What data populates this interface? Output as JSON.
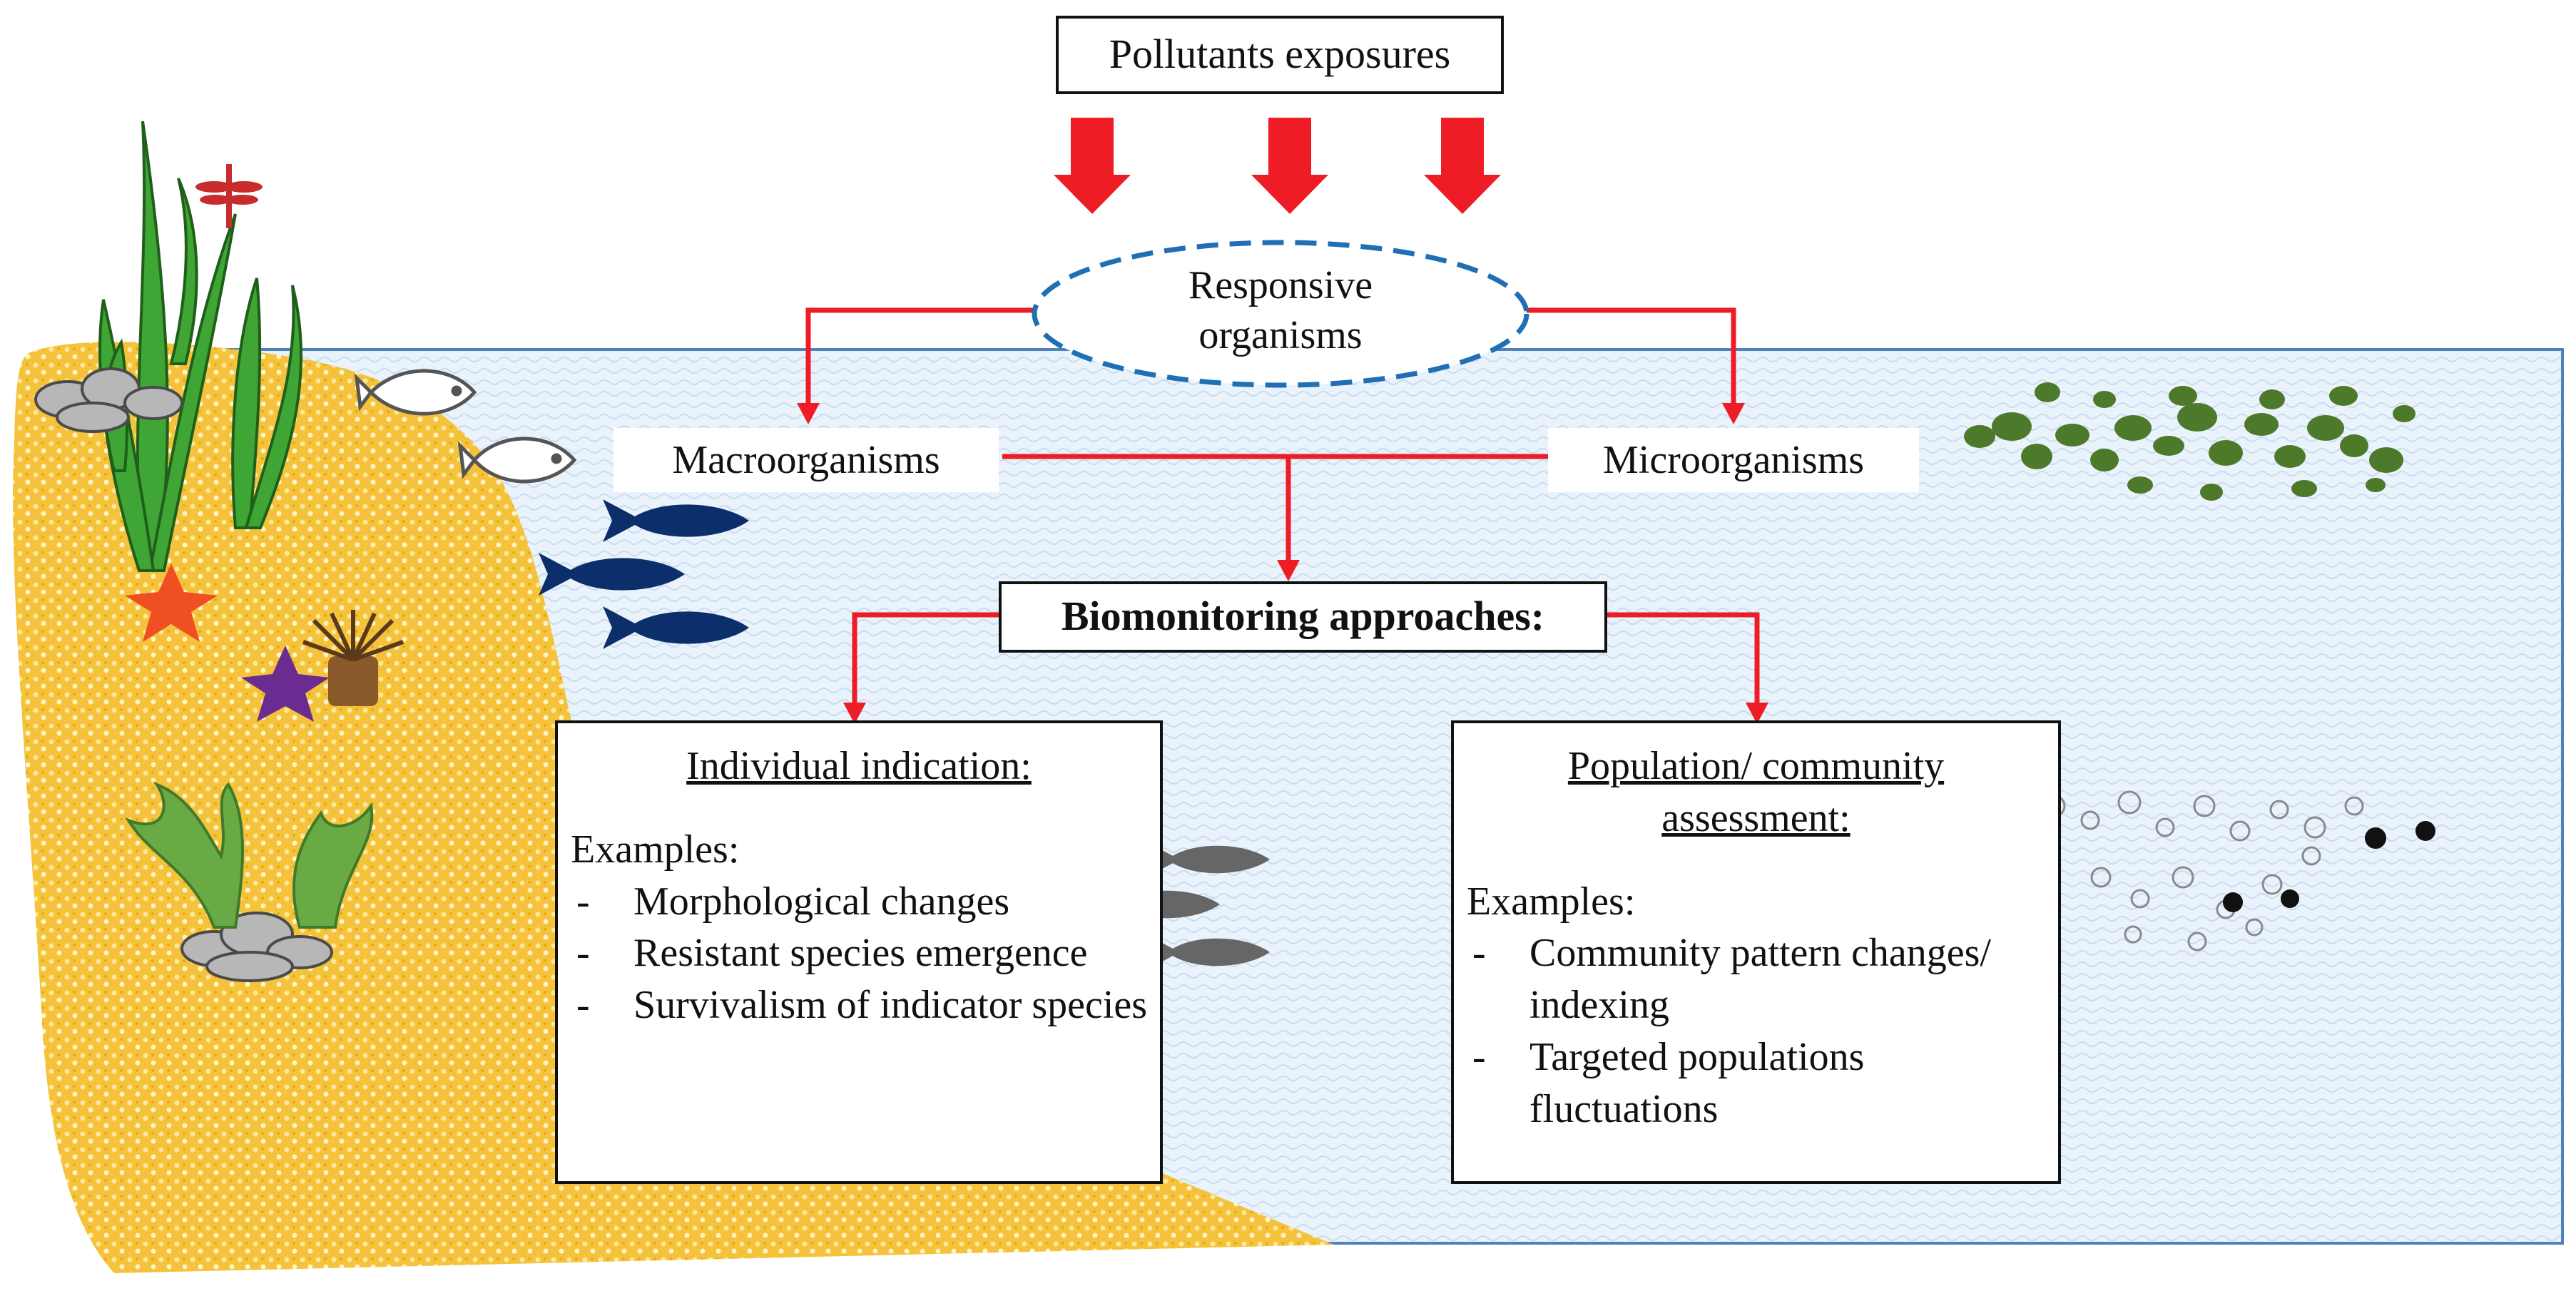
{
  "header": {
    "title": "Pollutants exposures"
  },
  "center": {
    "responsive": "Responsive organisms"
  },
  "branches": {
    "left": "Macroorganisms",
    "right": "Microorganisms"
  },
  "approaches": {
    "label": "Biomonitoring approaches:"
  },
  "left_box": {
    "title": "Individual indication:",
    "examples_label": "Examples:",
    "items": [
      "Morphological changes",
      "Resistant species emergence",
      "Survivalism of indicator species"
    ]
  },
  "right_box": {
    "title": "Population/ community assessment:",
    "examples_label": "Examples:",
    "items": [
      "Community pattern changes/ indexing",
      "Targeted populations fluctuations"
    ]
  },
  "colors": {
    "arrow_red": "#ee1c24",
    "ellipse_border": "#1f6fb4",
    "water_border": "#4f81bd",
    "water": "#eaf3fb",
    "sand": "#f5c33b",
    "fish_navy": "#0c2f6b",
    "fish_gray": "#666666"
  },
  "icons": [
    "fish-outline-icon",
    "navy-fish-icon",
    "gray-fish-icon",
    "starfish-icon",
    "seagrass-icon",
    "dragonfly-icon",
    "algae-cluster-icon",
    "plankton-cluster-icon",
    "anemone-icon",
    "coral-icon",
    "rock-pile-icon"
  ]
}
